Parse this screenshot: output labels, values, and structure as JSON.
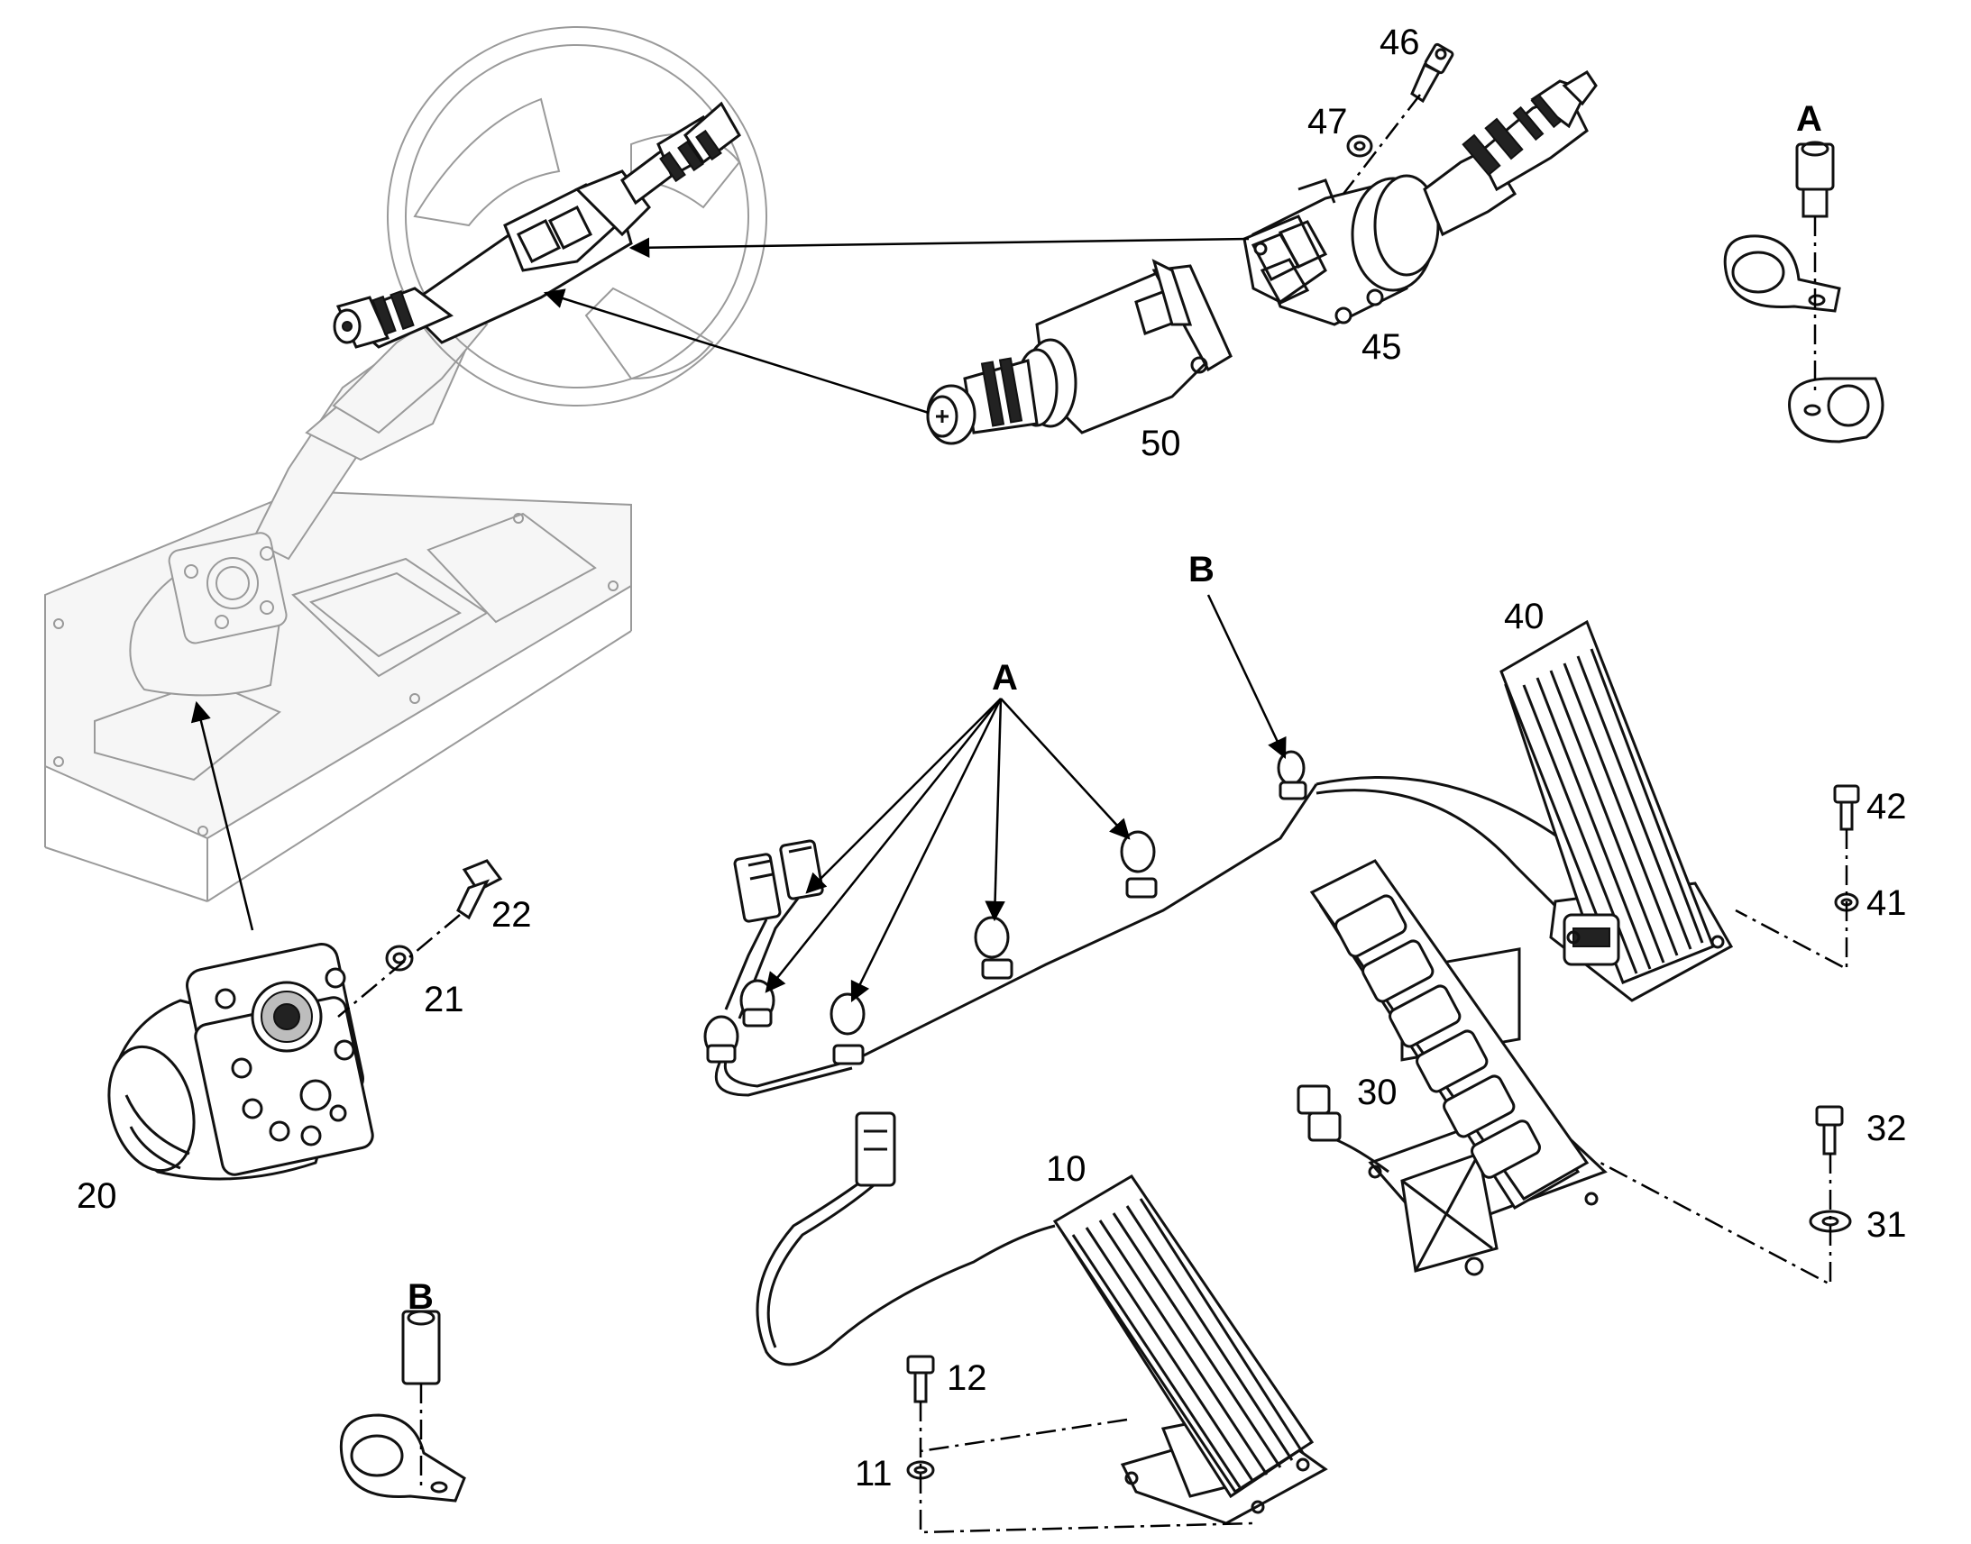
{
  "callouts": {
    "n10": "10",
    "n11": "11",
    "n12": "12",
    "n20": "20",
    "n21": "21",
    "n22": "22",
    "n30": "30",
    "n31": "31",
    "n32": "32",
    "n40": "40",
    "n41": "41",
    "n42": "42",
    "n45": "45",
    "n46": "46",
    "n47": "47",
    "n50": "50",
    "detail_a_top": "A",
    "detail_a_harness": "A",
    "detail_b_harness": "B",
    "detail_b_bottom": "B"
  },
  "colors": {
    "ink": "#111111",
    "ghost": "#9a9a9a",
    "background": "#ffffff"
  }
}
